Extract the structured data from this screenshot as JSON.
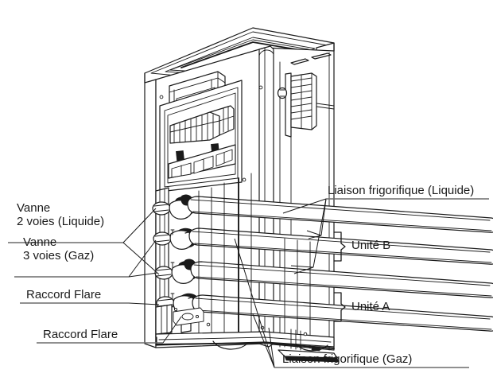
{
  "figure": {
    "kind": "technical-line-drawing",
    "subject": "Unite exterieure - raccordements frigorifiques",
    "background_color": "#ffffff",
    "line_color": "#1a1a1a",
    "underline_color": "#6b6b6b"
  },
  "labels": {
    "vanne_2_voies_line1": "Vanne",
    "vanne_2_voies_line2": "2 voies (Liquide)",
    "vanne_3_voies_line1": "Vanne",
    "vanne_3_voies_line2": "3 voies (Gaz)",
    "raccord_flare_upper": "Raccord Flare",
    "raccord_flare_lower": "Raccord Flare",
    "liaison_liquide": "Liaison frigorifique (Liquide)",
    "liaison_gaz": "Liaison frigorifique (Gaz)",
    "unite_b": "Unité B",
    "unite_a": "Unité A"
  }
}
